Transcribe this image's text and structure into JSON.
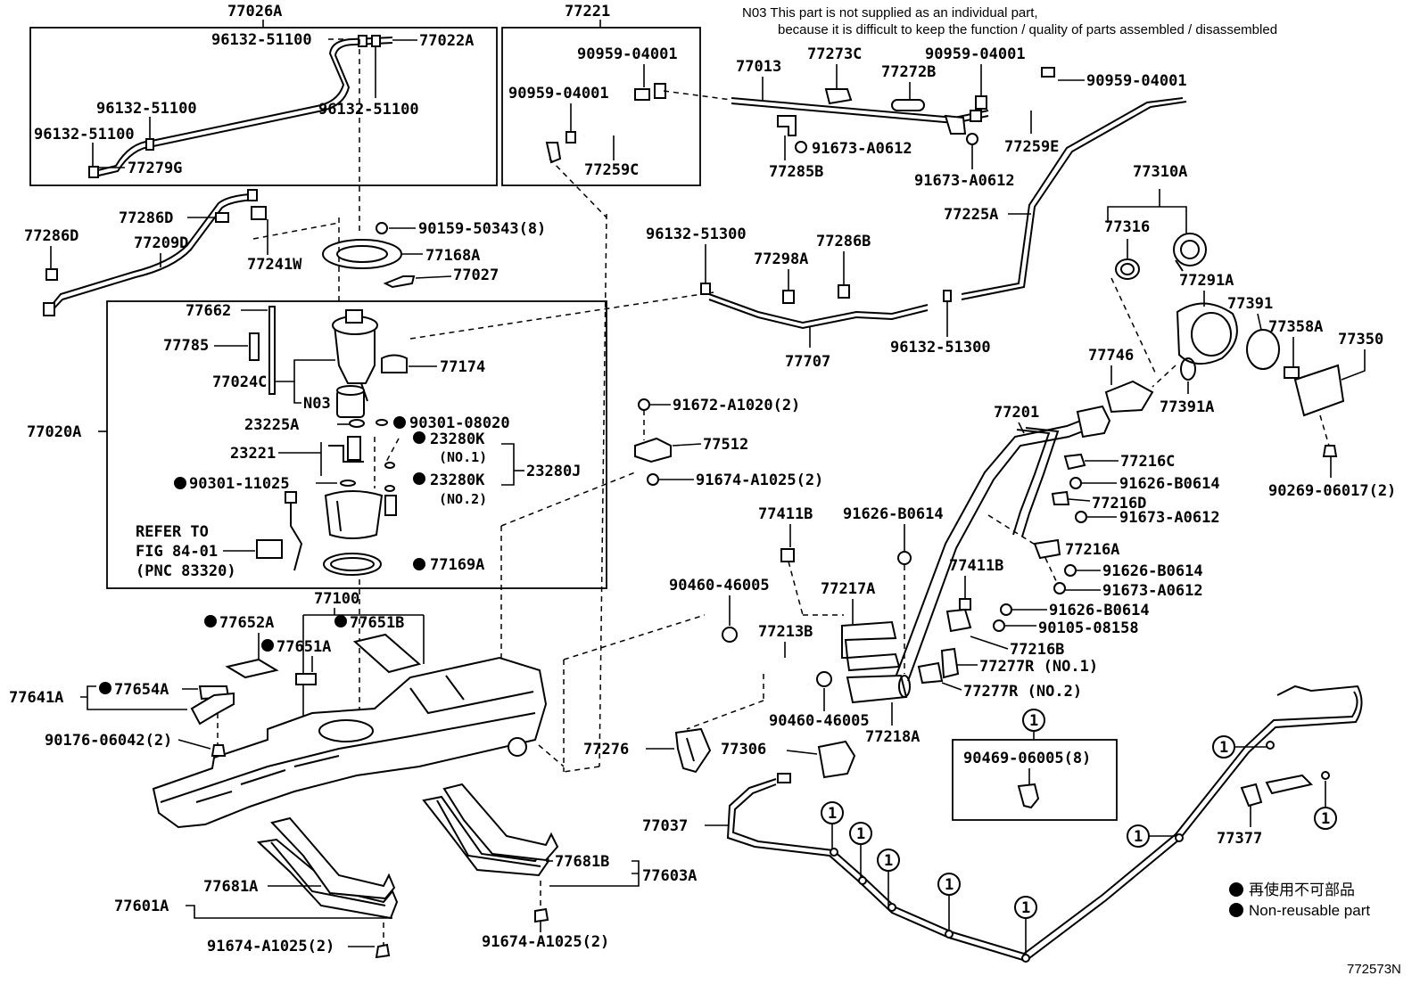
{
  "note": {
    "line1": "N03 This part is not supplied as an individual part,",
    "line2": "because it is difficult to keep the function / quality of parts assembled / disassembled"
  },
  "figure_code": "772573N",
  "legend": {
    "jp": "再使用不可部品",
    "en": "Non-reusable part",
    "ref_symbol": "1"
  },
  "refer": {
    "line1": "REFER TO",
    "line2": "FIG 84-01",
    "line3": "(PNC 83320)"
  },
  "labels": {
    "l77026A": "77026A",
    "l96132_51100a": "96132-51100",
    "l77022A": "77022A",
    "l96132_51100b": "96132-51100",
    "l96132_51100c": "96132-51100",
    "l96132_51100d": "96132-51100",
    "l77279G": "77279G",
    "l77221": "77221",
    "l90959_04001a": "90959-04001",
    "l90959_04001b": "90959-04001",
    "l77259C": "77259C",
    "l77013": "77013",
    "l77273C": "77273C",
    "l77272B": "77272B",
    "l90959_04001c": "90959-04001",
    "l90959_04001d": "90959-04001",
    "l91673_A0612a": "91673-A0612",
    "l77285B": "77285B",
    "l91673_A0612b": "91673-A0612",
    "l77259E": "77259E",
    "l77286Da": "77286D",
    "l77286Db": "77286D",
    "l77209D": "77209D",
    "l77241W": "77241W",
    "l90159_50343": "90159-50343(8)",
    "l77168A": "77168A",
    "l77027": "77027",
    "l96132_51300a": "96132-51300",
    "l77298A": "77298A",
    "l77286B": "77286B",
    "l77707": "77707",
    "l96132_51300b": "96132-51300",
    "l77225A": "77225A",
    "l77310A": "77310A",
    "l77316": "77316",
    "l77291A": "77291A",
    "l77391": "77391",
    "l77358A": "77358A",
    "l77350": "77350",
    "l77746": "77746",
    "l77391A": "77391A",
    "l77662": "77662",
    "l77785": "77785",
    "l77024C": "77024C",
    "l77174": "77174",
    "lN03": "N03",
    "l23225A": "23225A",
    "l90301_08020": "90301-08020",
    "l23221": "23221",
    "l23280K1": "23280K",
    "lNO1": "(NO.1)",
    "l23280J": "23280J",
    "l90301_11025": "90301-11025",
    "l23280K2": "23280K",
    "lNO2": "(NO.2)",
    "l77169A": "77169A",
    "l77020A": "77020A",
    "l91672_A1020": "91672-A1020(2)",
    "l77512": "77512",
    "l91674_A1025a": "91674-A1025(2)",
    "l77201": "77201",
    "l77216C": "77216C",
    "l91626_B0614a": "91626-B0614",
    "l77216D": "77216D",
    "l91673_A0612c": "91673-A0612",
    "l77216A": "77216A",
    "l91626_B0614b": "91626-B0614",
    "l91673_A0612d": "91673-A0612",
    "l90269_06017": "90269-06017(2)",
    "l77411Ba": "77411B",
    "l91626_B0614c": "91626-B0614",
    "l77411Bb": "77411B",
    "l91626_B0614d": "91626-B0614",
    "l90105_08158": "90105-08158",
    "l77216B": "77216B",
    "l90460_46005a": "90460-46005",
    "l77217A": "77217A",
    "l77213B": "77213B",
    "l77277R1": "77277R (NO.1)",
    "l77277R2": "77277R (NO.2)",
    "l90460_46005b": "90460-46005",
    "l77218A": "77218A",
    "l77100": "77100",
    "l77652A": "77652A",
    "l77651B": "77651B",
    "l77651A": "77651A",
    "l77641A": "77641A",
    "l77654A": "77654A",
    "l90176_06042": "90176-06042(2)",
    "l77276": "77276",
    "l77306": "77306",
    "l90469_06005": "90469-06005(8)",
    "l77037": "77037",
    "l77377": "77377",
    "l77681B": "77681B",
    "l77603A": "77603A",
    "l77601A": "77601A",
    "l77681A": "77681A",
    "l91674_A1025b": "91674-A1025(2)",
    "l91674_A1025c": "91674-A1025(2)"
  }
}
